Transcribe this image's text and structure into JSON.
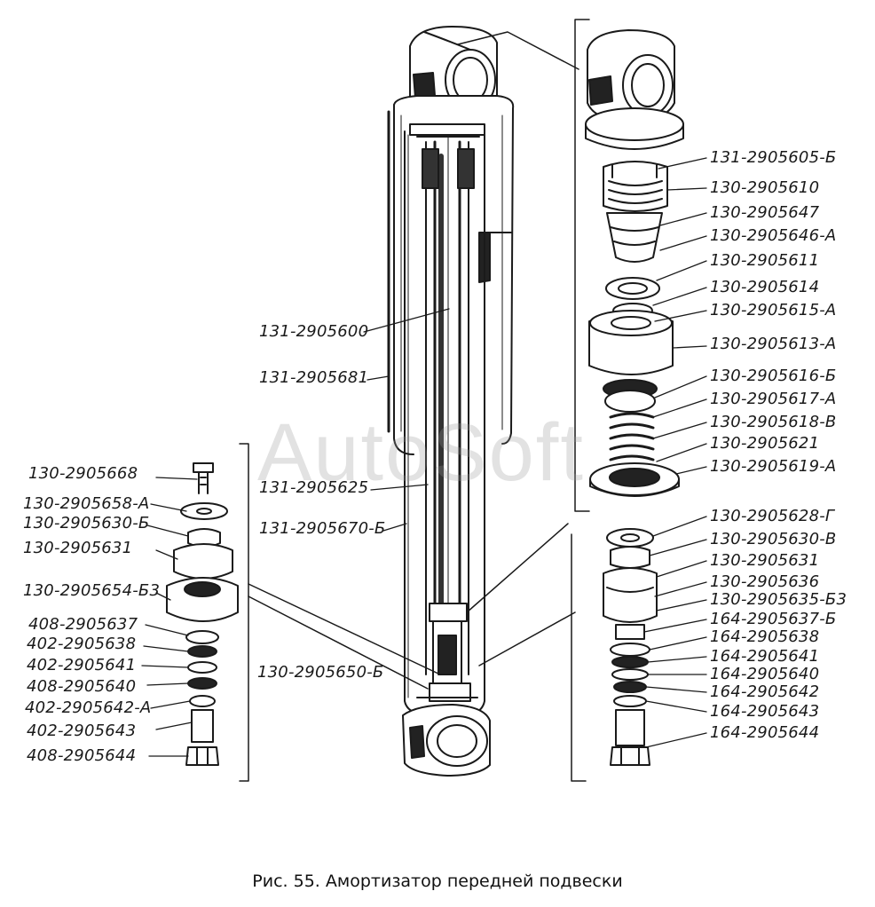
{
  "watermark": "AutoSoft",
  "caption": "Рис. 55. Амортизатор передней подвески",
  "left_labels": [
    "130-2905668",
    "130-2905658-А",
    "130-2905630-Б",
    "130-2905631",
    "130-2905654-Б3",
    "408-2905637",
    "402-2905638",
    "402-2905641",
    "408-2905640",
    "402-2905642-А",
    "402-2905643",
    "408-2905644"
  ],
  "center_labels": [
    "131-2905600",
    "131-2905681",
    "131-2905625",
    "131-2905670-Б",
    "130-2905650-Б"
  ],
  "right_top_labels": [
    "131-2905605-Б",
    "130-2905610",
    "130-2905647",
    "130-2905646-А",
    "130-2905611",
    "130-2905614",
    "130-2905615-А",
    "130-2905613-А",
    "130-2905616-Б",
    "130-2905617-А",
    "130-2905618-В",
    "130-2905621",
    "130-2905619-А"
  ],
  "right_bottom_labels": [
    "130-2905628-Г",
    "130-2905630-В",
    "130-2905631",
    "130-2905636",
    "130-2905635-Б3",
    "164-2905637-Б",
    "164-2905638",
    "164-2905641",
    "164-2905640",
    "164-2905642",
    "164-2905643",
    "164-2905644"
  ]
}
